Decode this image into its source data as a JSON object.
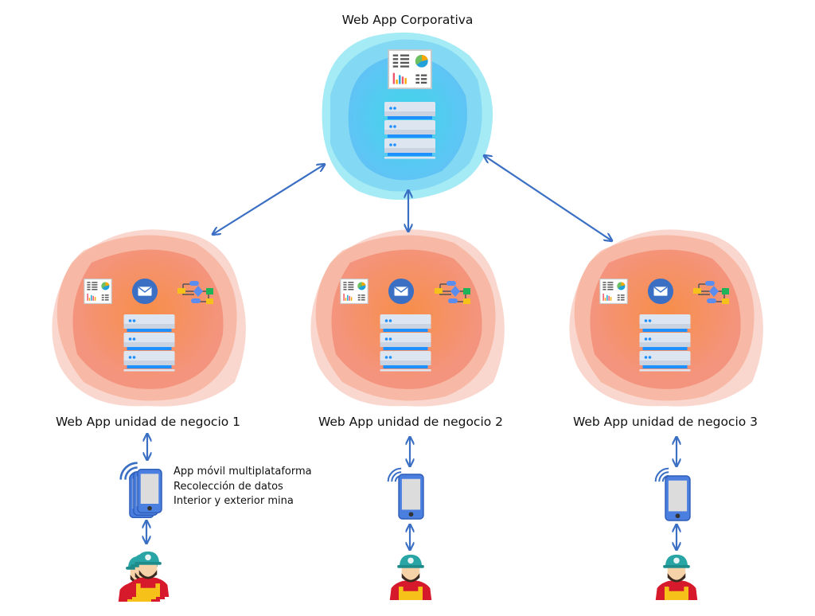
{
  "corporate": {
    "title": "Web App Corporativa"
  },
  "units": [
    {
      "label": "Web App unidad de negocio 1"
    },
    {
      "label": "Web App unidad de negocio 2"
    },
    {
      "label": "Web App unidad de negocio 3"
    }
  ],
  "mobile_note": [
    "App móvil multiplataforma",
    "Recolección de datos",
    "Interior y exterior mina"
  ],
  "colors": {
    "arrow": "#3a6fc4",
    "corporate_cloud": "#4fd3ec",
    "unit_cloud": "#f58a5e",
    "mail": "#3a6fc4",
    "phone": "#4a7fe0"
  }
}
